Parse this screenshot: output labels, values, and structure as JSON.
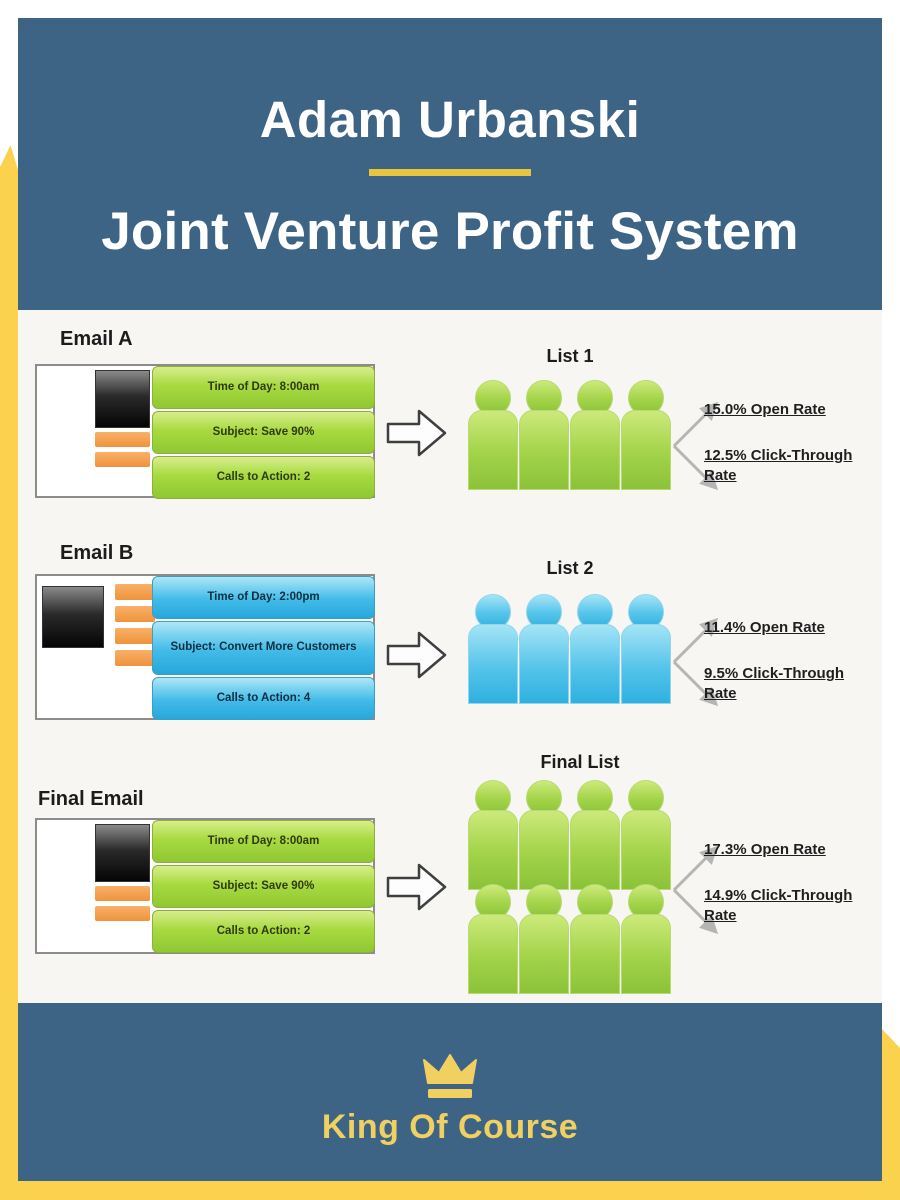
{
  "header": {
    "author": "Adam Urbanski",
    "title": "Joint Venture Profit System"
  },
  "footer": {
    "brand": "King Of Course"
  },
  "colors": {
    "panel_blue": "#3d6484",
    "accent_yellow": "#fbd24e",
    "divider_gold": "#e9c53f",
    "footer_gold": "#f0d060",
    "email_green": "#8fc832",
    "email_cyan": "#41bbe8",
    "attachment_orange": "#f5a050"
  },
  "diagram": {
    "rows": [
      {
        "email_label": "Email A",
        "list_label": "List 1",
        "bars": [
          "Time of Day: 8:00am",
          "Subject: Save 90%",
          "Calls to Action: 2"
        ],
        "open_rate": "15.0% Open Rate",
        "click_rate": "12.5% Click-Through Rate"
      },
      {
        "email_label": "Email B",
        "list_label": "List 2",
        "bars": [
          "Time of Day: 2:00pm",
          "Subject: Convert More Customers",
          "Calls to Action: 4"
        ],
        "open_rate": "11.4% Open Rate",
        "click_rate": "9.5% Click-Through Rate"
      },
      {
        "email_label": "Final Email",
        "list_label": "Final List",
        "bars": [
          "Time of Day: 8:00am",
          "Subject: Save 90%",
          "Calls to Action: 2"
        ],
        "open_rate": "17.3% Open Rate",
        "click_rate": "14.9% Click-Through Rate"
      }
    ]
  }
}
